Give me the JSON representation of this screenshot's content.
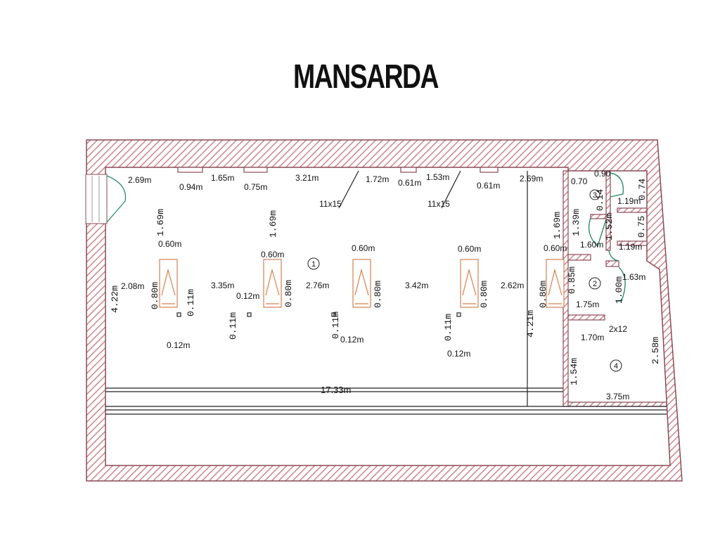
{
  "title": "MANSARDA",
  "room_numbers": [
    "1",
    "2",
    "3",
    "4"
  ],
  "dimensions": {
    "top_2_69a": "2.69m",
    "top_0_94": "0.94m",
    "top_1_65": "1.65m",
    "top_0_75": "0.75m",
    "top_3_21": "3.21m",
    "top_1_72": "1.72m",
    "top_0_61a": "0.61m",
    "top_1_53": "1.53m",
    "top_0_61b": "0.61m",
    "top_2_69b": "2.69m",
    "beam_a": "11x15",
    "beam_b": "11x15",
    "v_1_69a": "1.69m",
    "v_1_69b": "1.69m",
    "v_1_69c": "1.69m",
    "win_w_a": "0.60m",
    "win_w_b": "0.60m",
    "win_w_c": "0.60m",
    "win_w_d": "0.60m",
    "win_w_e": "0.60m",
    "win_h_a": "0.80m",
    "win_h_b": "0.80m",
    "win_h_c": "0.80m",
    "win_h_d": "0.80m",
    "win_h_e": "0.80m",
    "height_left": "4.22m",
    "height_right": "4.21m",
    "span_2_08": "2.08m",
    "span_3_35": "3.35m",
    "span_2_76": "2.76m",
    "span_3_42": "3.42m",
    "span_2_62": "2.62m",
    "col_0_12a": "0.12m",
    "col_0_12b": "0.12m",
    "col_0_12c": "0.12m",
    "col_0_12d": "0.12m",
    "col_0_11a": "0.11m",
    "col_0_11b": "0.11m",
    "col_0_11c": "0.11m",
    "col_0_11d": "0.11m",
    "total_length": "17.33m",
    "r3_0_70": "0.70",
    "r3_0_90": "0.90",
    "r3_1_39": "1.39m",
    "r3_0_14": "0.14",
    "r3_1_52": "1.52m",
    "r3_1_19a": "1.19m",
    "r3_0_74": "0.74",
    "r3_0_75": "0.75",
    "r3_1_60": "1.60m",
    "r3_1_19b": "1.19m",
    "r2_0_85": "0.85m",
    "r2_1_00": "1.00m",
    "r2_1_63": "1.63m",
    "r2_1_75": "1.75m",
    "r4_1_70": "1.70m",
    "r4_2x12": "2x12",
    "r4_2_58": "2.58m",
    "r4_1_54": "1.54m",
    "r4_3_75": "3.75m"
  },
  "colors": {
    "wall_outline": "#8a4a55",
    "wall_hatch": "#c9868f",
    "window_outline": "#d5804f",
    "door_arc": "#2e8b6a",
    "line": "#222222"
  }
}
